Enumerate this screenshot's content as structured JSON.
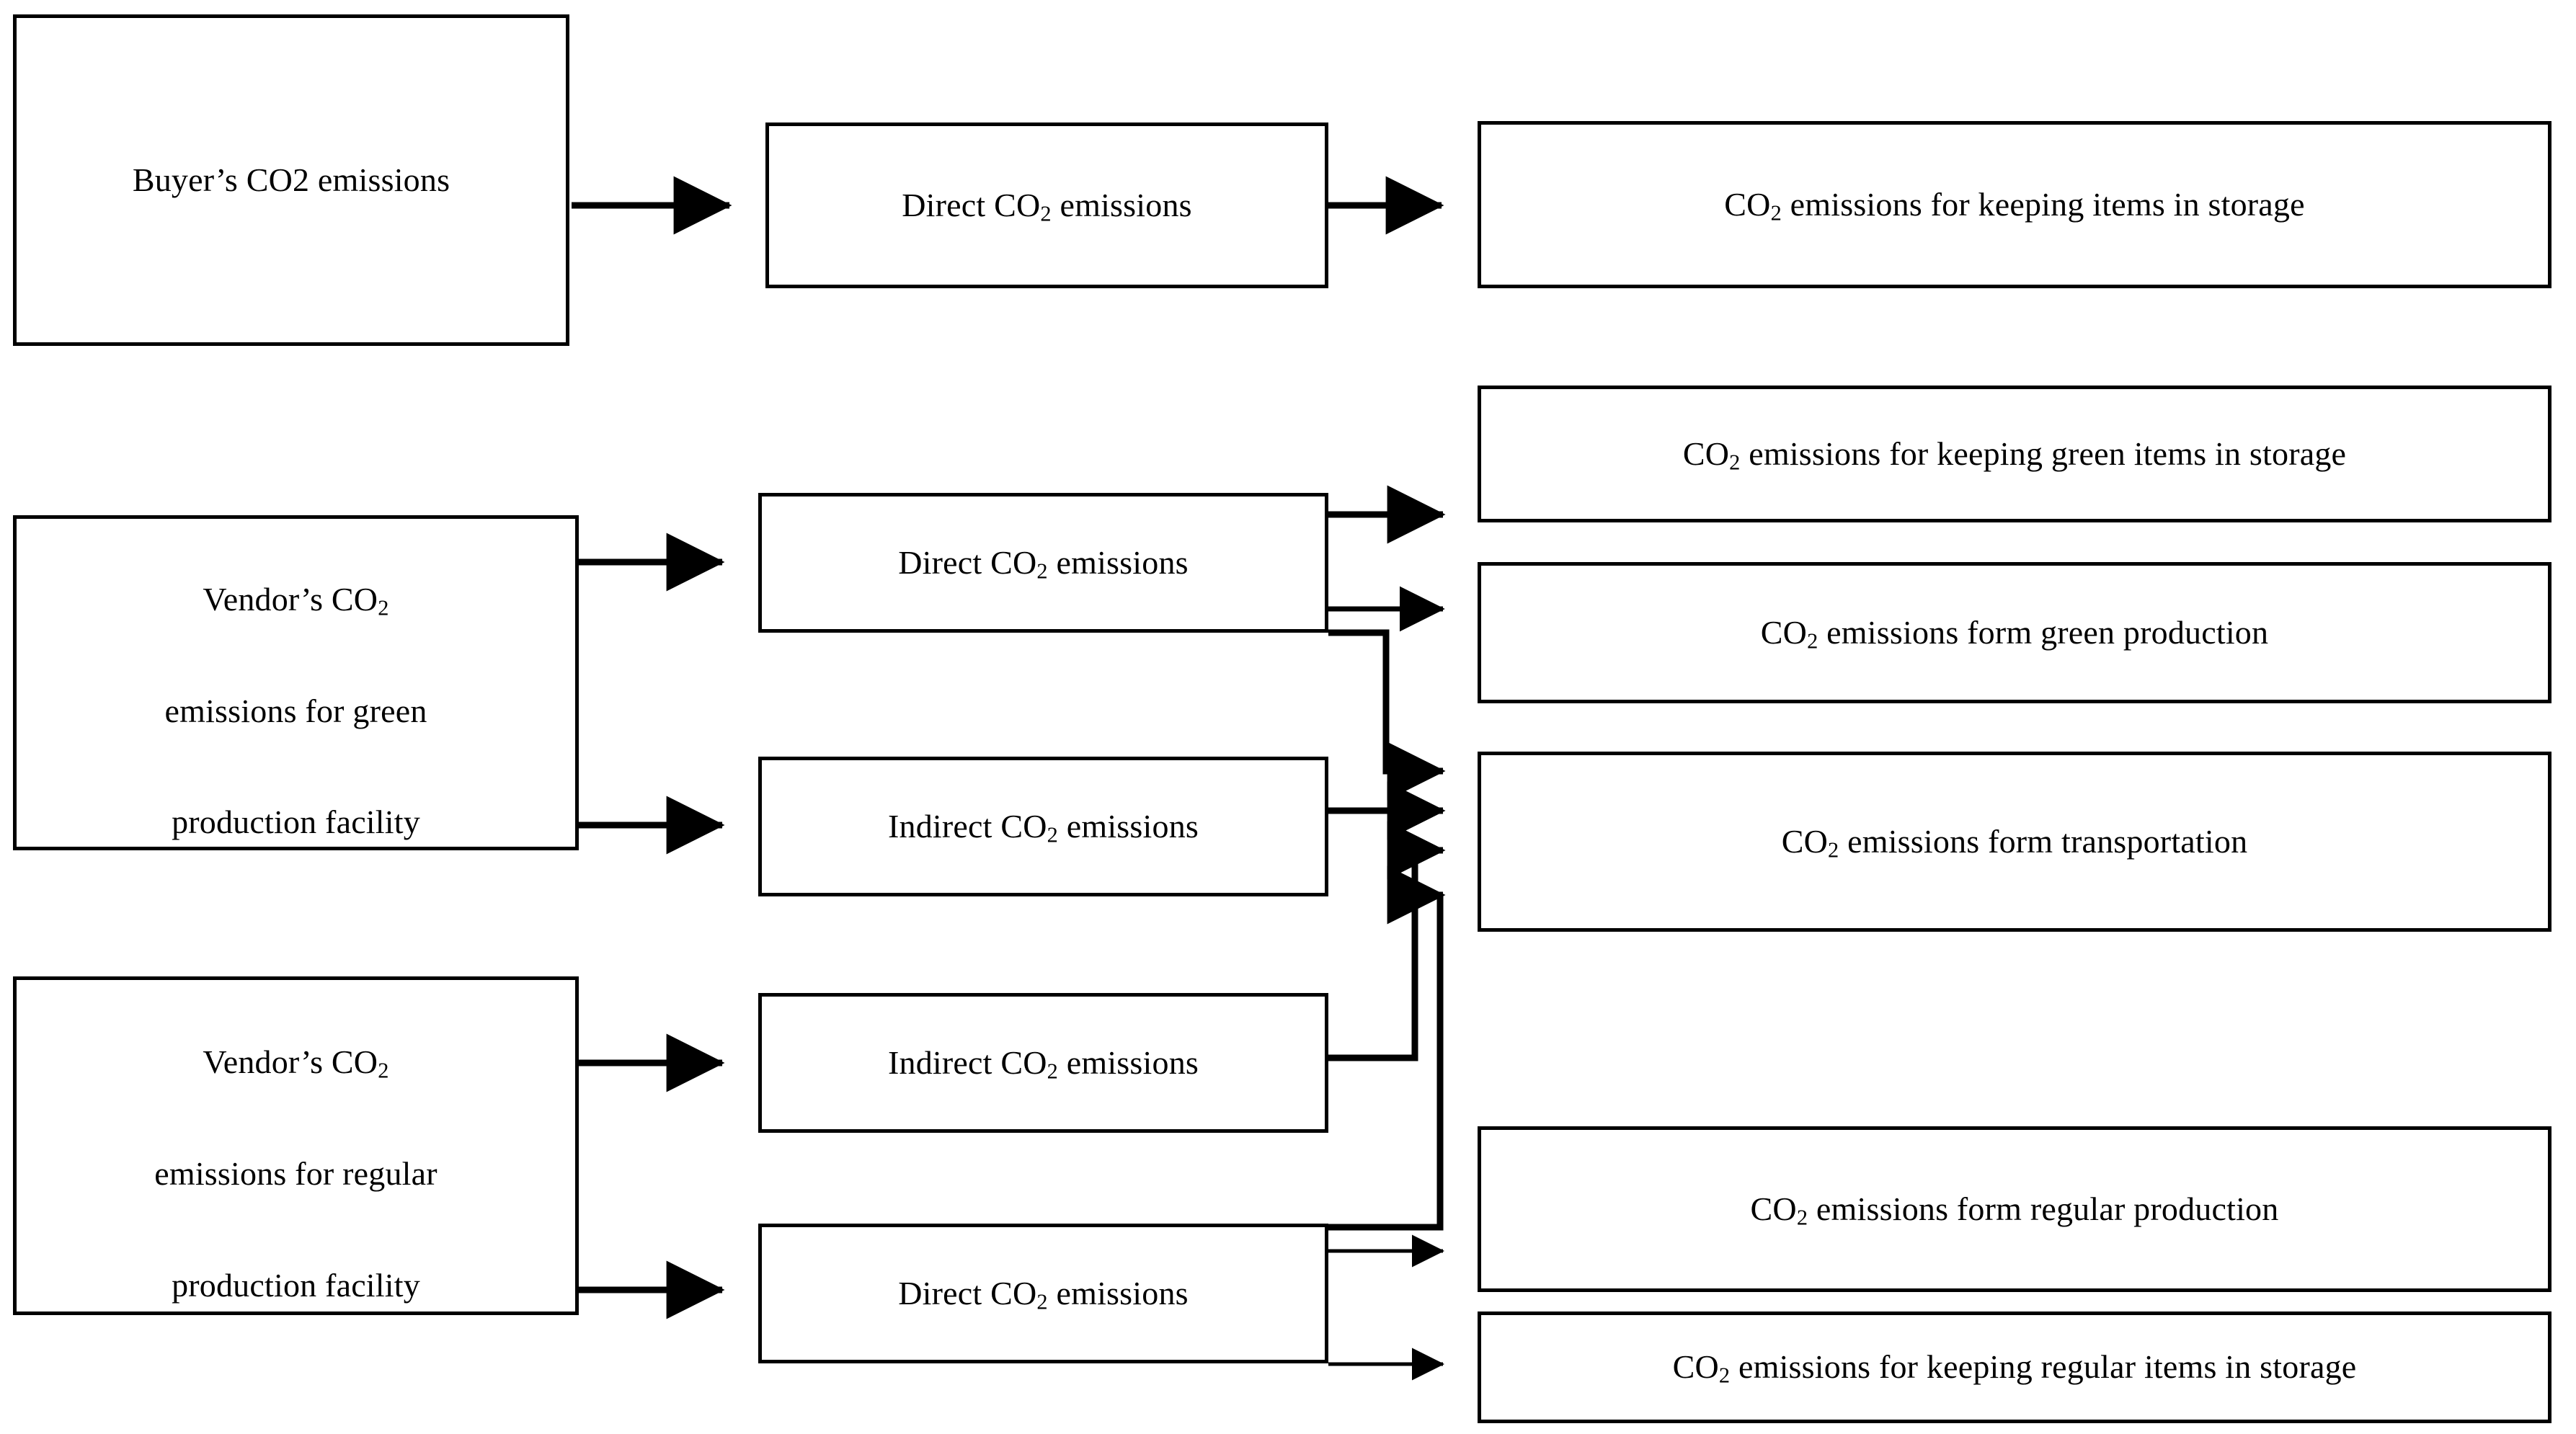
{
  "diagram": {
    "title": "CO2 emissions breakdown flow diagram",
    "type": "flowchart",
    "orientation": "left-to-right",
    "stroke_color": "#000000",
    "background_color": "#ffffff",
    "columns": 3
  },
  "nodes": {
    "buyer_root": {
      "label": "Buyer’s CO2 emissions"
    },
    "buyer_direct": {
      "label_pre": "Direct CO",
      "label_sub": "2",
      "label_post": " emissions"
    },
    "buyer_storage": {
      "label_pre": "CO",
      "label_sub": "2",
      "label_post": " emissions for keeping items in storage"
    },
    "green_root": {
      "line1": "Vendor’s CO",
      "sub1": "2",
      "line2": "emissions for green",
      "line3": "production facility"
    },
    "green_direct": {
      "label_pre": "Direct CO",
      "label_sub": "2",
      "label_post": " emissions"
    },
    "green_indirect": {
      "label_pre": "Indirect CO",
      "label_sub": "2",
      "label_post": " emissions"
    },
    "green_storage": {
      "label_pre": "CO",
      "label_sub": "2",
      "label_post": " emissions for keeping green items in storage"
    },
    "green_production": {
      "label_pre": "CO",
      "label_sub": "2",
      "label_post": " emissions form green production"
    },
    "transportation": {
      "label_pre": "CO",
      "label_sub": "2",
      "label_post": " emissions form transportation"
    },
    "regular_root": {
      "line1": "Vendor’s CO",
      "sub1": "2",
      "line2": "emissions for regular",
      "line3": "production facility"
    },
    "regular_indirect": {
      "label_pre": "Indirect CO",
      "label_sub": "2",
      "label_post": " emissions"
    },
    "regular_direct": {
      "label_pre": "Direct CO",
      "label_sub": "2",
      "label_post": " emissions"
    },
    "regular_production": {
      "label_pre": "CO",
      "label_sub": "2",
      "label_post": " emissions form regular production"
    },
    "regular_storage": {
      "label_pre": "CO",
      "label_sub": "2",
      "label_post": " emissions for keeping regular items in storage"
    }
  },
  "edges": [
    {
      "from": "buyer_root",
      "to": "buyer_direct"
    },
    {
      "from": "buyer_direct",
      "to": "buyer_storage"
    },
    {
      "from": "green_root",
      "to": "green_direct"
    },
    {
      "from": "green_root",
      "to": "green_indirect"
    },
    {
      "from": "green_direct",
      "to": "green_storage"
    },
    {
      "from": "green_direct",
      "to": "green_production"
    },
    {
      "from": "green_direct",
      "to": "transportation"
    },
    {
      "from": "green_indirect",
      "to": "transportation"
    },
    {
      "from": "regular_root",
      "to": "regular_indirect"
    },
    {
      "from": "regular_root",
      "to": "regular_direct"
    },
    {
      "from": "regular_indirect",
      "to": "transportation"
    },
    {
      "from": "regular_direct",
      "to": "transportation"
    },
    {
      "from": "regular_direct",
      "to": "regular_production"
    },
    {
      "from": "regular_direct",
      "to": "regular_storage"
    }
  ]
}
